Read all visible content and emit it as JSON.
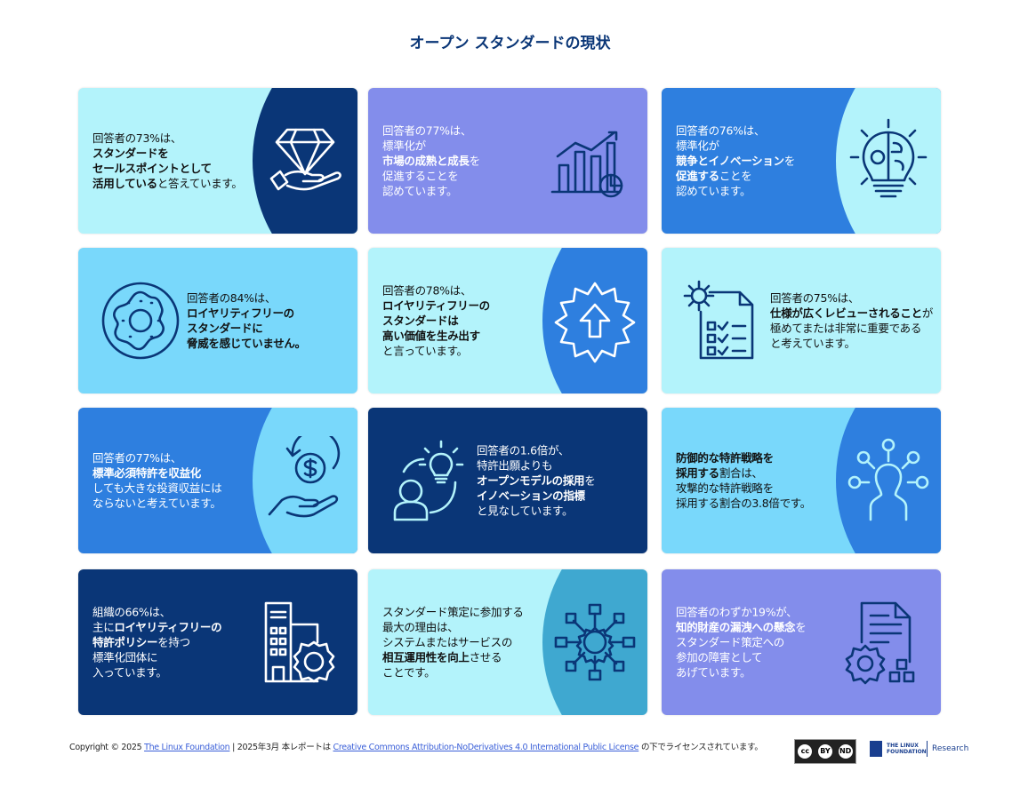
{
  "title": "オープン スタンダードの現状",
  "colors": {
    "navy": "#0a3677",
    "blue": "#2e7fdf",
    "sky": "#79d8fb",
    "pale": "#b3f3fb",
    "violet": "#838deb",
    "teal": "#3fa8d0"
  },
  "cards": [
    {
      "bg": "#b3f3fb",
      "circle": "#0a3677",
      "text_color": "#111111",
      "icon": "diamond-hand-icon",
      "icon_color": "#ffffff",
      "icon_side": "right",
      "lines": [
        [
          {
            "t": "回答者の73%は、"
          }
        ],
        [
          {
            "t": "スタンダードを",
            "b": true
          }
        ],
        [
          {
            "t": "セールスポイントとして",
            "b": true
          }
        ],
        [
          {
            "t": "活用している",
            "b": true
          },
          {
            "t": "と答えています。"
          }
        ]
      ]
    },
    {
      "bg": "#838deb",
      "circle": null,
      "text_color": "#ffffff",
      "icon": "bar-chart-icon",
      "icon_color": "#0a3677",
      "icon_side": "right",
      "lines": [
        [
          {
            "t": "回答者の77%は、"
          }
        ],
        [
          {
            "t": "標準化が"
          }
        ],
        [
          {
            "t": "市場の成熟と成長",
            "b": true
          },
          {
            "t": "を"
          }
        ],
        [
          {
            "t": "促進することを"
          }
        ],
        [
          {
            "t": "認めています。"
          }
        ]
      ]
    },
    {
      "bg": "#2e7fdf",
      "circle": "#b3f3fb",
      "text_color": "#ffffff",
      "icon": "lightbulb-brain-icon",
      "icon_color": "#0a3677",
      "icon_side": "right",
      "lines": [
        [
          {
            "t": "回答者の76%は、"
          }
        ],
        [
          {
            "t": "標準化が"
          }
        ],
        [
          {
            "t": "競争とイノベーション",
            "b": true
          },
          {
            "t": "を"
          }
        ],
        [
          {
            "t": "促進する",
            "b": true
          },
          {
            "t": "ことを"
          }
        ],
        [
          {
            "t": "認めています。"
          }
        ]
      ]
    },
    {
      "bg": "#79d8fb",
      "circle": null,
      "text_color": "#111111",
      "icon": "donut-icon",
      "icon_color": "#0a3677",
      "icon_side": "left",
      "lines": [
        [
          {
            "t": "回答者の84%は、"
          }
        ],
        [
          {
            "t": "ロイヤリティフリーの",
            "b": true
          }
        ],
        [
          {
            "t": "スタンダードに",
            "b": true
          }
        ],
        [
          {
            "t": "脅威を感じていません。",
            "b": true
          }
        ]
      ]
    },
    {
      "bg": "#b3f3fb",
      "circle": "#2e7fdf",
      "text_color": "#111111",
      "icon": "badge-upload-icon",
      "icon_color": "#ffffff",
      "icon_side": "right",
      "lines": [
        [
          {
            "t": "回答者の78%は、"
          }
        ],
        [
          {
            "t": "ロイヤリティフリーの",
            "b": true
          }
        ],
        [
          {
            "t": "スタンダードは",
            "b": true
          }
        ],
        [
          {
            "t": "高い価値を生み出す",
            "b": true
          }
        ],
        [
          {
            "t": "と言っています。"
          }
        ]
      ]
    },
    {
      "bg": "#b3f3fb",
      "circle": null,
      "text_color": "#111111",
      "icon": "checklist-gear-icon",
      "icon_color": "#0a3677",
      "icon_side": "left",
      "lines": [
        [
          {
            "t": "回答者の75%は、"
          }
        ],
        [
          {
            "t": "仕様が広くレビューされること",
            "b": true
          },
          {
            "t": "が"
          }
        ],
        [
          {
            "t": "極めてまたは非常に重要である"
          }
        ],
        [
          {
            "t": "と考えています。"
          }
        ]
      ]
    },
    {
      "bg": "#2e7fdf",
      "circle": "#79d8fb",
      "text_color": "#ffffff",
      "icon": "money-hand-icon",
      "icon_color": "#0a3677",
      "icon_side": "right",
      "lines": [
        [
          {
            "t": "回答者の77%は、"
          }
        ],
        [
          {
            "t": "標準必須特許を収益化",
            "b": true
          }
        ],
        [
          {
            "t": "しても大きな投資収益には"
          }
        ],
        [
          {
            "t": "ならないと考えています。"
          }
        ]
      ]
    },
    {
      "bg": "#0a3677",
      "circle": null,
      "text_color": "#ffffff",
      "icon": "person-idea-icon",
      "icon_color": "#b3f3fb",
      "icon_side": "left",
      "lines": [
        [
          {
            "t": "回答者の1.6倍が、"
          }
        ],
        [
          {
            "t": "特許出願よりも"
          }
        ],
        [
          {
            "t": "オープンモデルの採用",
            "b": true
          },
          {
            "t": "を"
          }
        ],
        [
          {
            "t": "イノベーションの指標",
            "b": true
          }
        ],
        [
          {
            "t": "と見なしています。"
          }
        ]
      ]
    },
    {
      "bg": "#79d8fb",
      "circle": "#2e7fdf",
      "text_color": "#111111",
      "icon": "person-network-icon",
      "icon_color": "#b3f3fb",
      "icon_side": "right",
      "lines": [
        [
          {
            "t": "防御的な特許戦略を",
            "b": true
          }
        ],
        [
          {
            "t": "採用する",
            "b": true
          },
          {
            "t": "割合は、"
          }
        ],
        [
          {
            "t": "攻撃的な特許戦略を"
          }
        ],
        [
          {
            "t": "採用する割合の3.8倍です。"
          }
        ]
      ]
    },
    {
      "bg": "#0a3677",
      "circle": null,
      "text_color": "#ffffff",
      "icon": "building-gear-icon",
      "icon_color": "#ffffff",
      "icon_side": "right",
      "lines": [
        [
          {
            "t": "組織の66%は、"
          }
        ],
        [
          {
            "t": "主に"
          },
          {
            "t": "ロイヤリティフリーの",
            "b": true
          }
        ],
        [
          {
            "t": "特許ポリシー",
            "b": true
          },
          {
            "t": "を持つ"
          }
        ],
        [
          {
            "t": "標準化団体に"
          }
        ],
        [
          {
            "t": "入っています。"
          }
        ]
      ]
    },
    {
      "bg": "#b3f3fb",
      "circle": "#3fa8d0",
      "text_color": "#111111",
      "icon": "hub-gear-icon",
      "icon_color": "#0a3677",
      "icon_side": "right",
      "lines": [
        [
          {
            "t": "スタンダード策定に参加する"
          }
        ],
        [
          {
            "t": "最大の理由は、"
          }
        ],
        [
          {
            "t": "システムまたはサービスの"
          }
        ],
        [
          {
            "t": "相互運用性を向上",
            "b": true
          },
          {
            "t": "させる"
          }
        ],
        [
          {
            "t": "ことです。"
          }
        ]
      ]
    },
    {
      "bg": "#838deb",
      "circle": null,
      "text_color": "#ffffff",
      "icon": "document-gear-icon",
      "icon_color": "#0a3677",
      "icon_side": "right",
      "lines": [
        [
          {
            "t": "回答者のわずか19%が、"
          }
        ],
        [
          {
            "t": "知的財産の漏洩への懸念",
            "b": true
          },
          {
            "t": "を"
          }
        ],
        [
          {
            "t": "スタンダード策定への"
          }
        ],
        [
          {
            "t": "参加の障害として"
          }
        ],
        [
          {
            "t": "あげています。"
          }
        ]
      ]
    }
  ],
  "footer": {
    "copyright": "Copyright © 2025 ",
    "org_link": "The Linux Foundation",
    "mid": " | 2025年3月 本レポートは ",
    "license_link": "Creative Commons Attribution-NoDerivatives 4.0 International Public License",
    "tail": " の下でライセンスされています。",
    "cc_badge": "cc",
    "cc_labels": [
      "BY",
      "ND"
    ],
    "logo_text": "THE LINUX FOUNDATION",
    "logo_sub": "Research"
  }
}
